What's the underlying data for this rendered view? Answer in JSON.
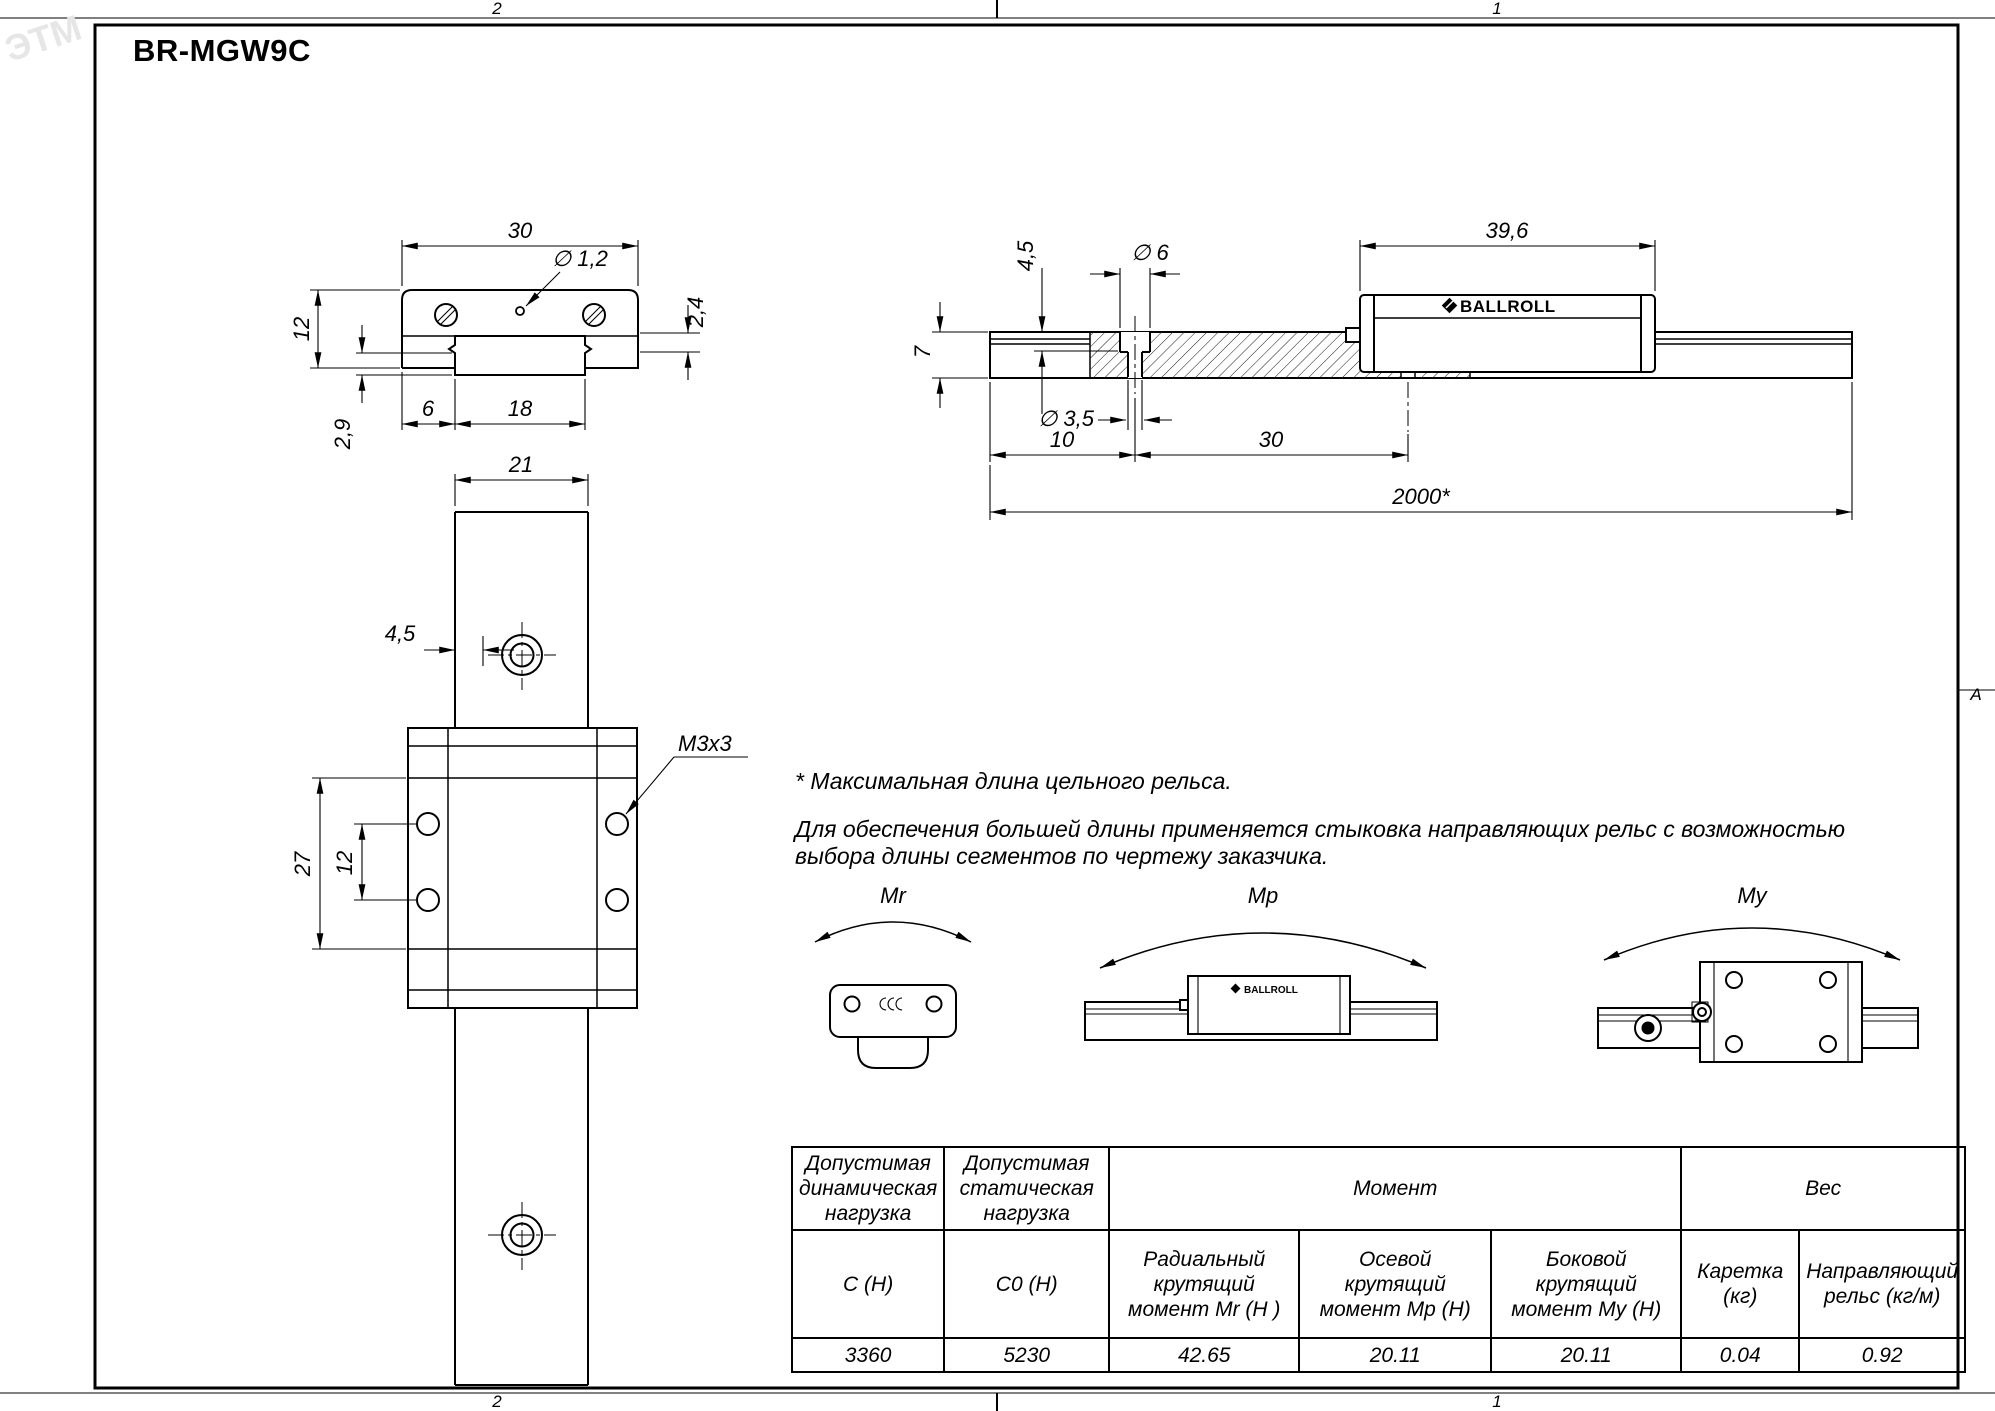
{
  "title": "BR-MGW9C",
  "frame": {
    "zones_top": [
      "2",
      "1"
    ],
    "zones_bottom": [
      "2",
      "1"
    ],
    "zone_right": "A",
    "watermark": "ЭТМ"
  },
  "brand": {
    "logo": "BALLROLL"
  },
  "front_view": {
    "dim_30": "30",
    "dim_hole": "∅ 1,2",
    "dim_12": "12",
    "dim_2_4": "2,4",
    "dim_6": "6",
    "dim_18": "18",
    "dim_2_9": "2,9"
  },
  "side_view": {
    "dim_39_6": "39,6",
    "dim_4_5": "4,5",
    "dim_d6": "∅ 6",
    "dim_7": "7",
    "dim_d3_5": "∅ 3,5",
    "dim_10": "10",
    "dim_30": "30",
    "dim_2000": "2000*"
  },
  "top_view": {
    "dim_21": "21",
    "dim_4_5": "4,5",
    "thread": "M3x3",
    "dim_27": "27",
    "dim_12": "12"
  },
  "notes": {
    "note1": "* Максимальная длина цельного рельса.",
    "note2_l1": "Для обеспечения большей длины применяется стыковка направляющих рельс с возможностью",
    "note2_l2": "выбора длины сегментов по чертежу заказчика."
  },
  "moments": {
    "mr": "Mr",
    "mp": "Mp",
    "my": "My"
  },
  "table": {
    "h_dynamic": "Допустимая динамическая нагрузка",
    "h_static": "Допустимая статическая нагрузка",
    "h_moment": "Момент",
    "h_weight": "Вес",
    "s_c": "C (H)",
    "s_c0": "C0 (H)",
    "s_mr": "Радиальный крутящий момент Mr (H )",
    "s_mp": "Осевой крутящий момент Mp (H)",
    "s_my": "Боковой крутящий момент My (H)",
    "s_carriage": "Каретка (кг)",
    "s_rail": "Направляющий рельс (кг/м)",
    "v_c": "3360",
    "v_c0": "5230",
    "v_mr": "42.65",
    "v_mp": "20.11",
    "v_my": "20.11",
    "v_carriage": "0.04",
    "v_rail": "0.92"
  }
}
